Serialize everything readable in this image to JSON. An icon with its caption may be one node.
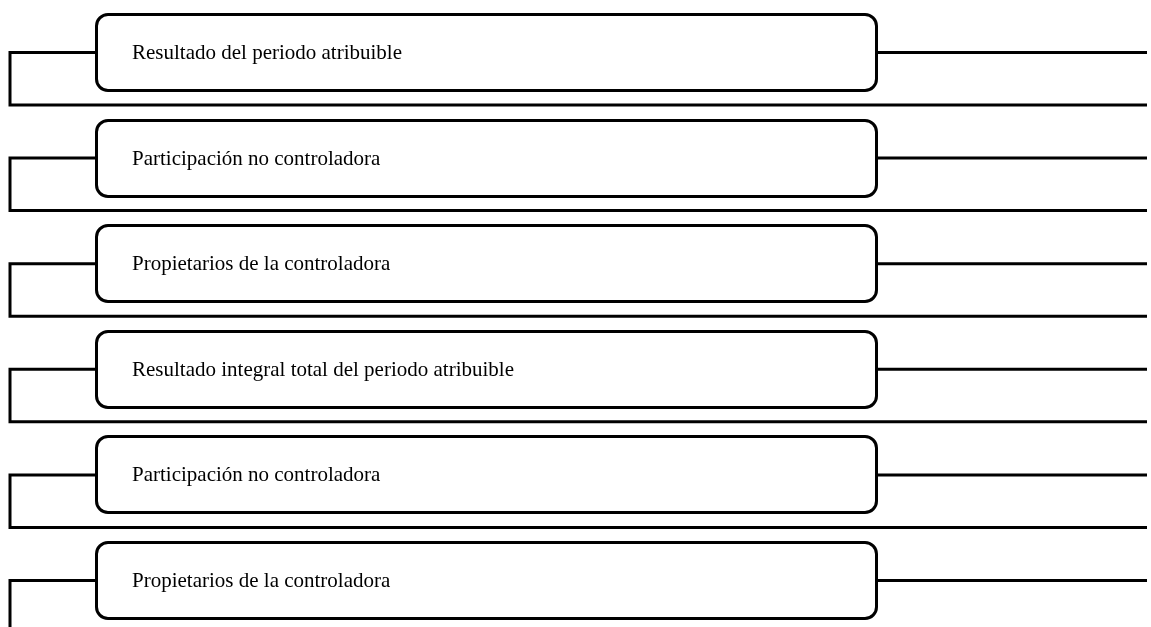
{
  "diagram": {
    "nodes": [
      {
        "text": [
          "Resultado del periodo atribuible"
        ]
      },
      {
        "text": [
          "Participación no controladora"
        ]
      },
      {
        "text": [
          "Propietarios de la controladora"
        ]
      },
      {
        "text": [
          "Resultado integral total del periodo atribuible"
        ]
      },
      {
        "text": [
          "Participación no controladora"
        ]
      },
      {
        "text": [
          "Propietarios de la controladora"
        ]
      }
    ]
  }
}
